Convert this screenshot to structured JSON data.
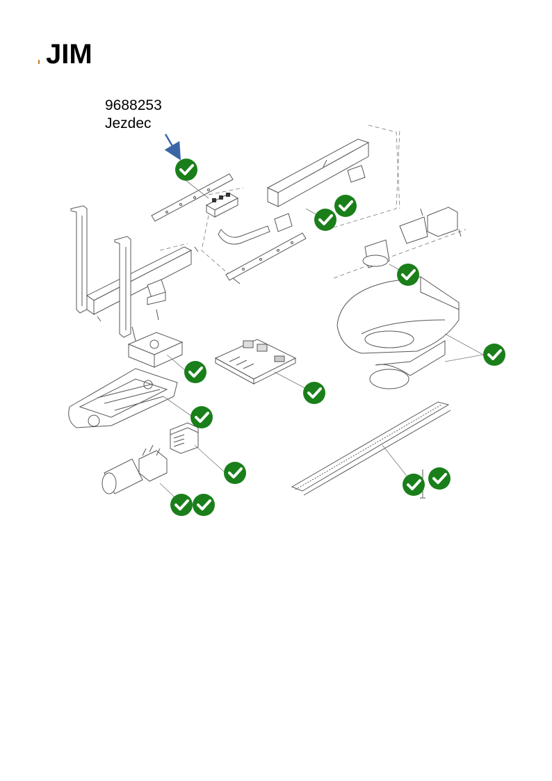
{
  "brand": {
    "title": "JIM"
  },
  "callout": {
    "part_number": "9688253",
    "part_name": "Jezdec",
    "arrow_color": "#3a66a8"
  },
  "check_badge": {
    "color": "#1a7f1a",
    "icon": "check-icon"
  }
}
